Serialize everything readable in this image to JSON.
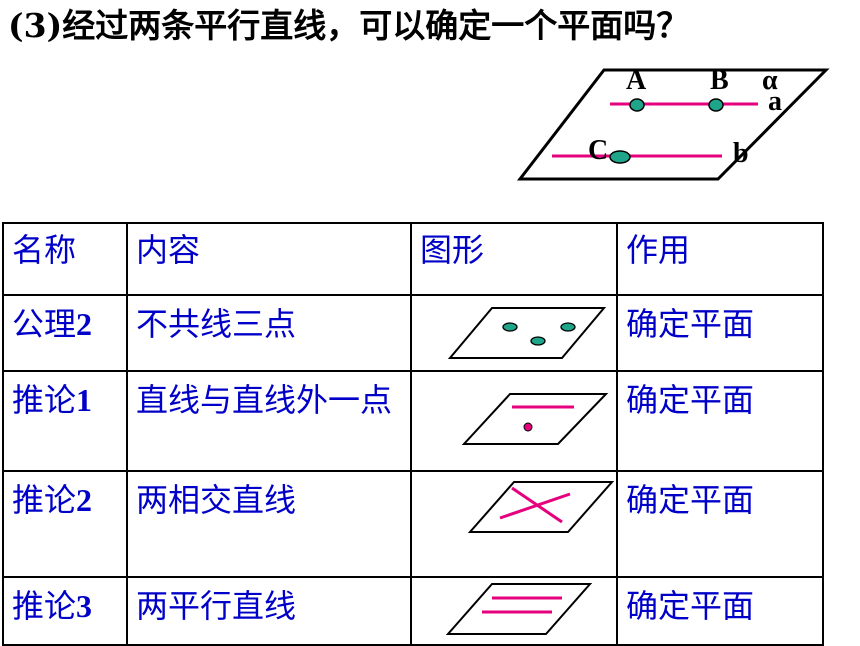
{
  "question": "(3)经过两条平行直线，可以确定一个平面吗？",
  "figure": {
    "plane_label": "α",
    "line_labels": [
      "a",
      "b"
    ],
    "point_labels": [
      "A",
      "B",
      "C"
    ]
  },
  "table": {
    "headers": [
      "名称",
      "内容",
      "图形",
      "作用"
    ],
    "rows": [
      {
        "name_text": "公理",
        "name_num": "2",
        "content": "不共线三点",
        "figure": "three-points",
        "role": "确定平面"
      },
      {
        "name_text": "推论",
        "name_num": "1",
        "content": "直线与直线外一点",
        "figure": "line-and-point",
        "role": "确定平面"
      },
      {
        "name_text": "推论",
        "name_num": "2",
        "content": "两相交直线",
        "figure": "intersecting-lines",
        "role": "确定平面"
      },
      {
        "name_text": "推论",
        "name_num": "3",
        "content": "两平行直线",
        "figure": "parallel-lines",
        "role": "确定平面"
      }
    ]
  },
  "colors": {
    "text_blue": "#0000c8",
    "line_magenta": "#e6007e",
    "point_teal": "#1fa58a"
  }
}
